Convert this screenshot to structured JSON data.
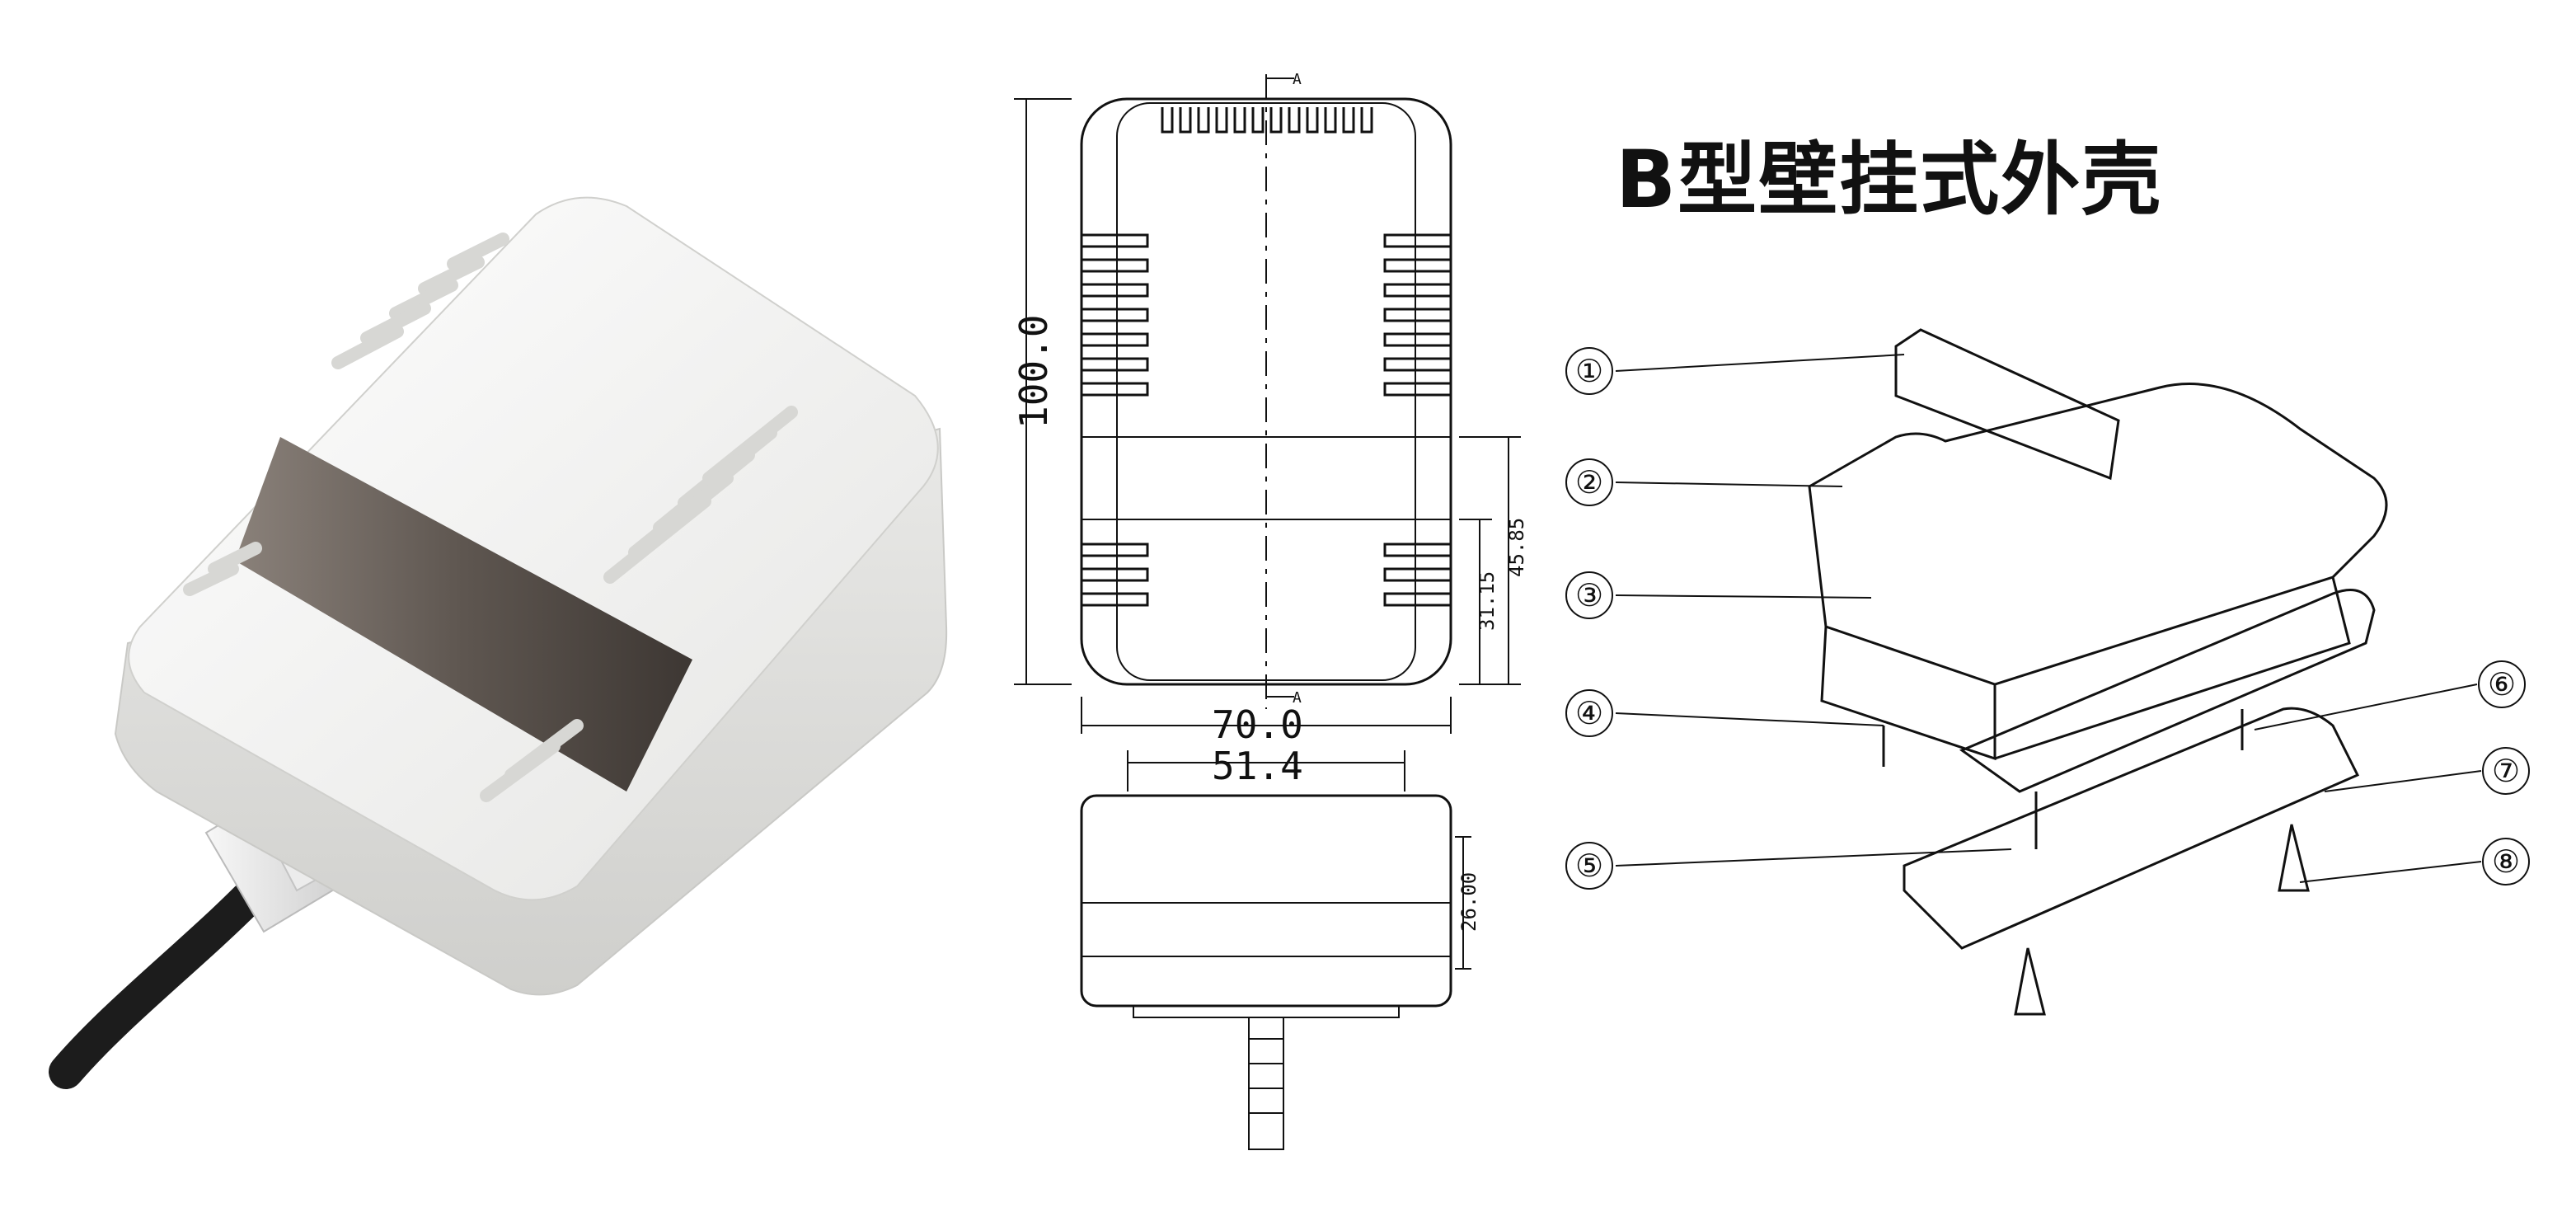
{
  "title": "B型壁挂式外壳",
  "dimensions": {
    "height": "100.0",
    "width": "70.0",
    "inner_width": "51.4",
    "upper_height": "45.85",
    "lower_height": "31.15",
    "depth": "26.00",
    "section_mark_top": "A",
    "section_mark_bottom": "A"
  },
  "parts": [
    {
      "label": "①"
    },
    {
      "label": "②"
    },
    {
      "label": "③"
    },
    {
      "label": "④"
    },
    {
      "label": "⑤"
    },
    {
      "label": "⑥"
    },
    {
      "label": "⑦"
    },
    {
      "label": "⑧"
    }
  ],
  "colors": {
    "housing": "#f1f1ef",
    "window": "#6b625c",
    "cable": "#1c1c1c",
    "line": "#111111"
  }
}
